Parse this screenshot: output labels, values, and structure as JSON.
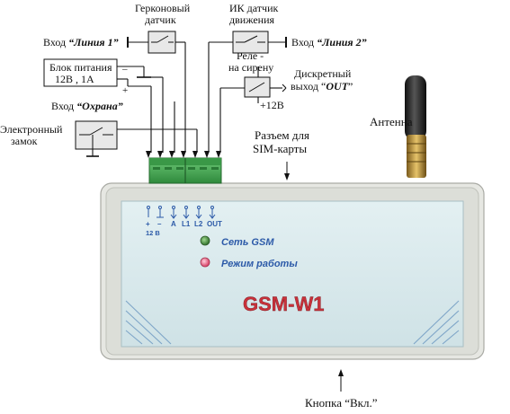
{
  "labels": {
    "reed_sensor": [
      "Герконовый",
      "датчик"
    ],
    "ir_sensor": [
      "ИК датчик",
      "движения"
    ],
    "input_line1_prefix": "Вход ",
    "input_line1_name": "“Линия 1”",
    "input_line2_prefix": "Вход ",
    "input_line2_name": "“Линия 2”",
    "power_supply": [
      "Блок питания",
      "12В , 1А"
    ],
    "minus_sign": "–",
    "plus_sign": "+",
    "relay": [
      "Реле -",
      "на сирену"
    ],
    "plus12v": "+12В",
    "discrete_output": "Дискретный",
    "output_prefix": "выход “",
    "output_name": "OUT",
    "output_suffix": "”",
    "input_guard_prefix": "Вход ",
    "input_guard_name": "“Охрана”",
    "electronic_lock": [
      "Электронный",
      "замок"
    ],
    "antenna": "Антенна",
    "sim_slot": [
      "Разъем для",
      "SIM-карты"
    ],
    "power_button": "Кнопка “Вкл.”"
  },
  "device": {
    "terminals": [
      "+",
      "–",
      "A",
      "L1",
      "L2",
      "OUT"
    ],
    "terminal_sub": "12 В",
    "led_network": "Сеть GSM",
    "led_mode": "Режим работы",
    "model": "GSM-W1"
  },
  "colors": {
    "panel": "#d9eaed",
    "case": "#e4e5e0",
    "terminal_block": "#4fae5a",
    "led_green": "#3f8f3a",
    "led_red": "#e0607a",
    "model_text": "#c9313a",
    "device_text": "#2c5aa8"
  }
}
